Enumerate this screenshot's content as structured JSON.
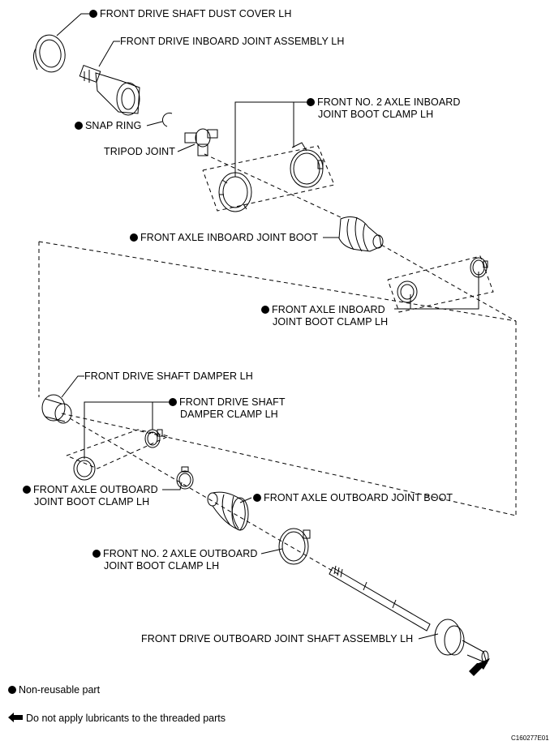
{
  "parts": {
    "dust_cover": "FRONT DRIVE SHAFT DUST COVER LH",
    "inboard_joint": "FRONT DRIVE INBOARD JOINT ASSEMBLY LH",
    "no2_inboard_clamp_l1": "FRONT NO. 2 AXLE INBOARD",
    "no2_inboard_clamp_l2": "JOINT BOOT CLAMP LH",
    "snap_ring": "SNAP RING",
    "tripod_joint": "TRIPOD JOINT",
    "inboard_boot": "FRONT AXLE INBOARD JOINT BOOT",
    "inboard_clamp_l1": "FRONT AXLE INBOARD",
    "inboard_clamp_l2": "JOINT BOOT CLAMP LH",
    "damper": "FRONT DRIVE SHAFT DAMPER LH",
    "damper_clamp_l1": "FRONT DRIVE SHAFT",
    "damper_clamp_l2": "DAMPER CLAMP LH",
    "outboard_clamp_l1": "FRONT AXLE OUTBOARD",
    "outboard_clamp_l2": "JOINT BOOT CLAMP LH",
    "outboard_boot": "FRONT AXLE OUTBOARD JOINT BOOT",
    "no2_outboard_clamp_l1": "FRONT NO. 2 AXLE OUTBOARD",
    "no2_outboard_clamp_l2": "JOINT BOOT CLAMP LH",
    "outboard_shaft": "FRONT DRIVE OUTBOARD JOINT SHAFT ASSEMBLY LH"
  },
  "legend": {
    "non_reusable": "Non-reusable part",
    "no_lubricant": "Do not apply lubricants to the threaded parts"
  },
  "figure_code": "C160277E01"
}
